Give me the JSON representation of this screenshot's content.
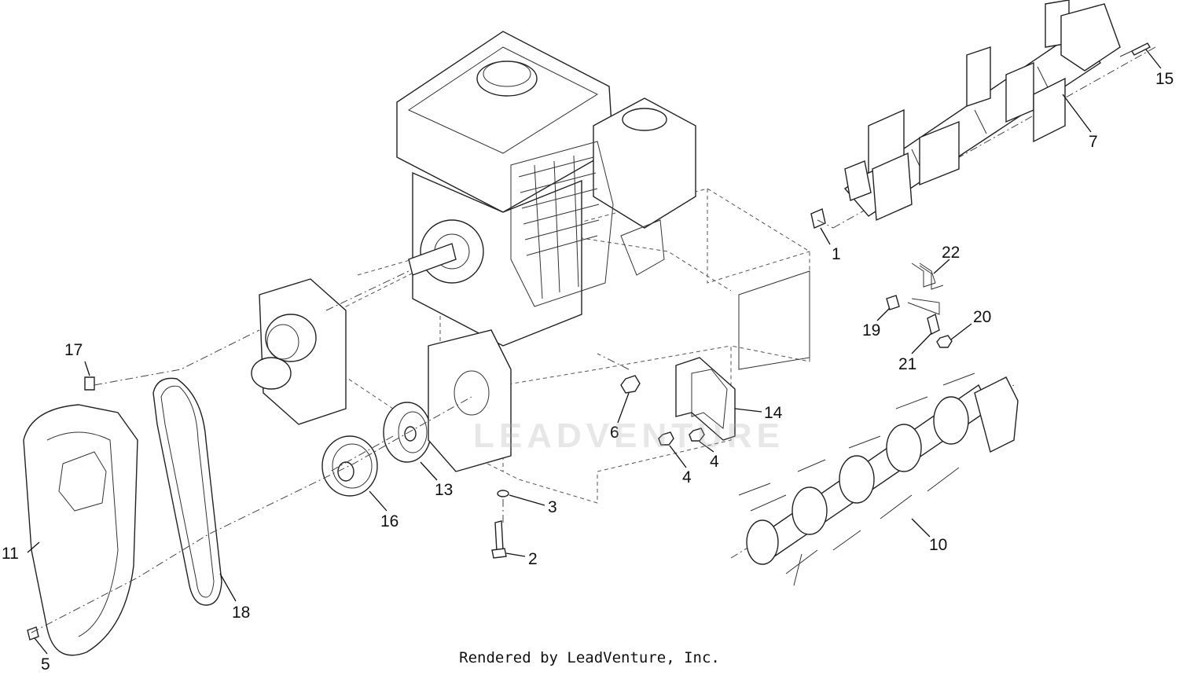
{
  "callouts": [
    {
      "id": "c1",
      "text": "1"
    },
    {
      "id": "c2",
      "text": "2"
    },
    {
      "id": "c3",
      "text": "3"
    },
    {
      "id": "c4a",
      "text": "4"
    },
    {
      "id": "c4b",
      "text": "4"
    },
    {
      "id": "c5",
      "text": "5"
    },
    {
      "id": "c6",
      "text": "6"
    },
    {
      "id": "c7",
      "text": "7"
    },
    {
      "id": "c10",
      "text": "10"
    },
    {
      "id": "c11",
      "text": "11"
    },
    {
      "id": "c13",
      "text": "13"
    },
    {
      "id": "c14",
      "text": "14"
    },
    {
      "id": "c15",
      "text": "15"
    },
    {
      "id": "c16",
      "text": "16"
    },
    {
      "id": "c17",
      "text": "17"
    },
    {
      "id": "c18",
      "text": "18"
    },
    {
      "id": "c19",
      "text": "19"
    },
    {
      "id": "c20",
      "text": "20"
    },
    {
      "id": "c21",
      "text": "21"
    },
    {
      "id": "c22",
      "text": "22"
    }
  ],
  "watermark": "LEADVENTURE",
  "credit": "Rendered by LeadVenture, Inc."
}
